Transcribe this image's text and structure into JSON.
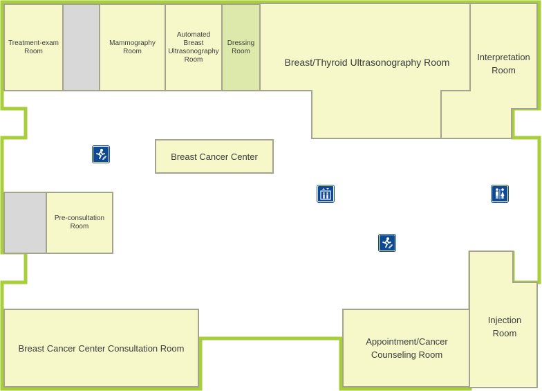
{
  "colors": {
    "wall": "#a6cf3a",
    "room_fill": "#f6f8c9",
    "room_border": "#a3a38f",
    "utility_fill": "#d8d8d8",
    "dressing_fill": "#dde9aa",
    "icon_fill": "#0e4a94"
  },
  "rooms": {
    "treatment_exam": "Treatment-exam\nRoom",
    "mammography": "Mammography\nRoom",
    "automated_breast_us": "Automated\nBreast\nUltrasonography\nRoom",
    "dressing": "Dressing\nRoom",
    "breast_thyroid_us": "Breast/Thyroid Ultrasonography Room",
    "interpretation": "Interpretation\nRoom",
    "breast_cancer_center": "Breast Cancer Center",
    "pre_consultation": "Pre-consultation\nRoom",
    "consultation": "Breast Cancer Center Consultation Room",
    "appointment_counseling": "Appointment/Cancer\nCounseling Room",
    "injection": "Injection\nRoom"
  },
  "icons": {
    "emergency_exit": "emergency-exit-icon",
    "elevator": "elevator-icon",
    "restroom": "restroom-icon"
  }
}
